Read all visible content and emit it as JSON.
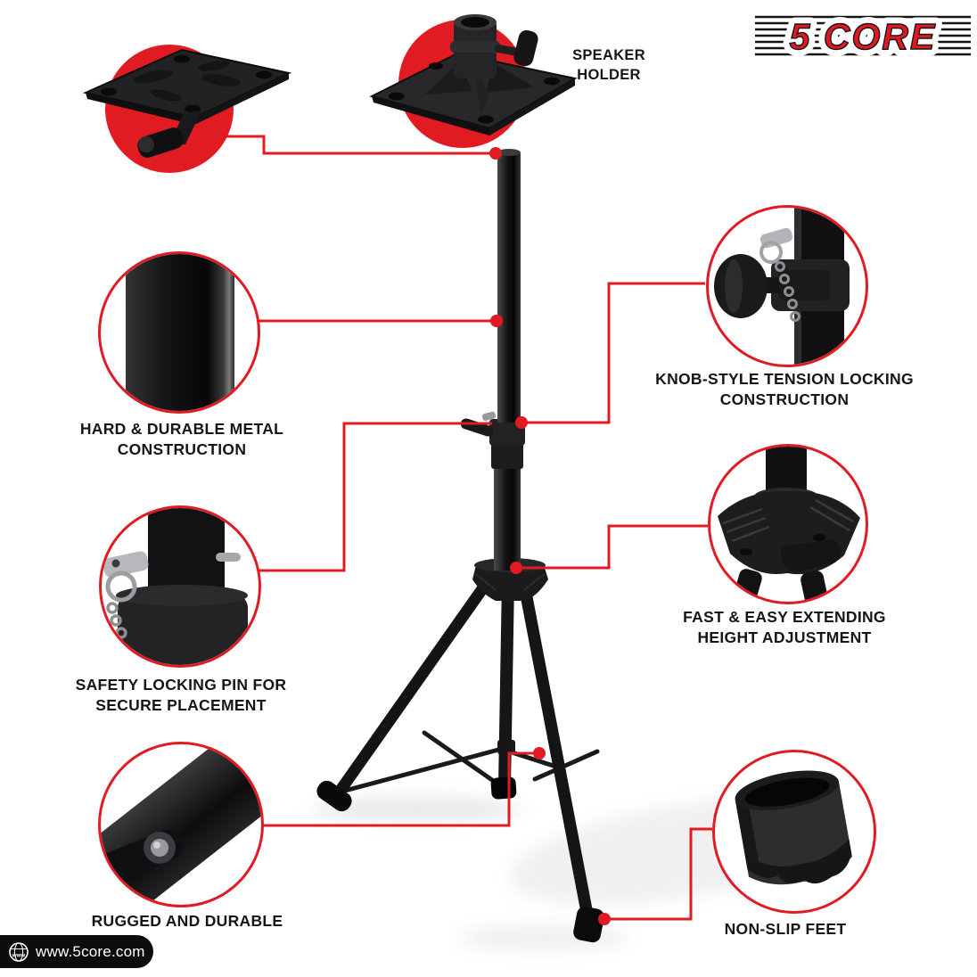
{
  "brand": {
    "logo_text": "5 CORE",
    "website": "www.5core.com"
  },
  "callouts": {
    "speaker_holder": {
      "label": "SPEAKER HOLDER"
    },
    "metal": {
      "label": "HARD & DURABLE METAL CONSTRUCTION"
    },
    "safety_pin": {
      "label": "SAFETY LOCKING PIN FOR SECURE PLACEMENT"
    },
    "rugged": {
      "label": "RUGGED AND DURABLE"
    },
    "knob": {
      "label": "KNOB-STYLE TENSION LOCKING CONSTRUCTION"
    },
    "height": {
      "label": "FAST & EASY EXTENDING HEIGHT ADJUSTMENT"
    },
    "feet": {
      "label": "NON-SLIP FEET"
    }
  },
  "colors": {
    "accent_red": "#e11b22",
    "logo_red": "#e0181f",
    "text_dark": "#161616",
    "product_black": "#161618",
    "metal_gray": "#b4b4b8",
    "background": "#ffffff"
  }
}
